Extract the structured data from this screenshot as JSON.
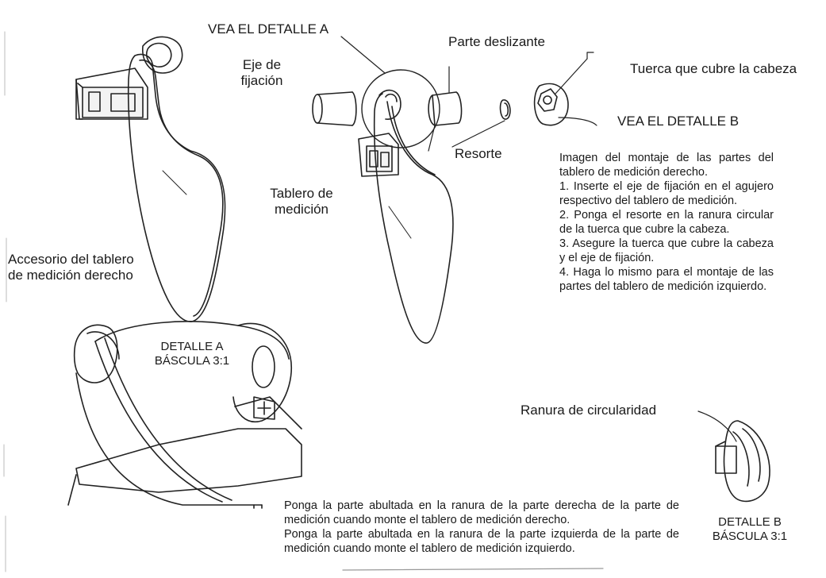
{
  "labels": {
    "vea_detalle_a": "VEA EL DETALLE A",
    "parte_deslizante": "Parte deslizante",
    "eje_line1": "Eje de",
    "eje_line2": "fijación",
    "tuerca": "Tuerca que cubre la cabeza",
    "vea_detalle_b": "VEA EL DETALLE B",
    "resorte": "Resorte",
    "tablero_line1": "Tablero de",
    "tablero_line2": "medición",
    "accesorio_line1": "Accesorio del tablero",
    "accesorio_line2": "de medición derecho",
    "detalle_a_line1": "DETALLE A",
    "detalle_a_line2": "BÁSCULA 3:1",
    "ranura": "Ranura de circularidad",
    "detalle_b_line1": "DETALLE B",
    "detalle_b_line2": "BÁSCULA 3:1"
  },
  "instructions": {
    "intro": "Imagen del montaje de las partes del  tablero de medición derecho.",
    "steps": [
      "1. Inserte el eje de fijación en el agujero respectivo del tablero de medición.",
      "2. Ponga el resorte en la ranura circular de la tuerca que cubre la cabeza.",
      "3. Asegure la tuerca que cubre la cabeza y el eje de fijación.",
      "4. Haga lo mismo para el montaje de las partes del tablero de medición izquierdo."
    ]
  },
  "note": {
    "line1": "Ponga la parte abultada en la ranura de la parte derecha de la parte de medición cuando monte el tablero de medición derecho.",
    "line2": "Ponga la parte abultada en la ranura de la parte izquierda de la parte de medición cuando monte el tablero de medición izquierdo."
  }
}
